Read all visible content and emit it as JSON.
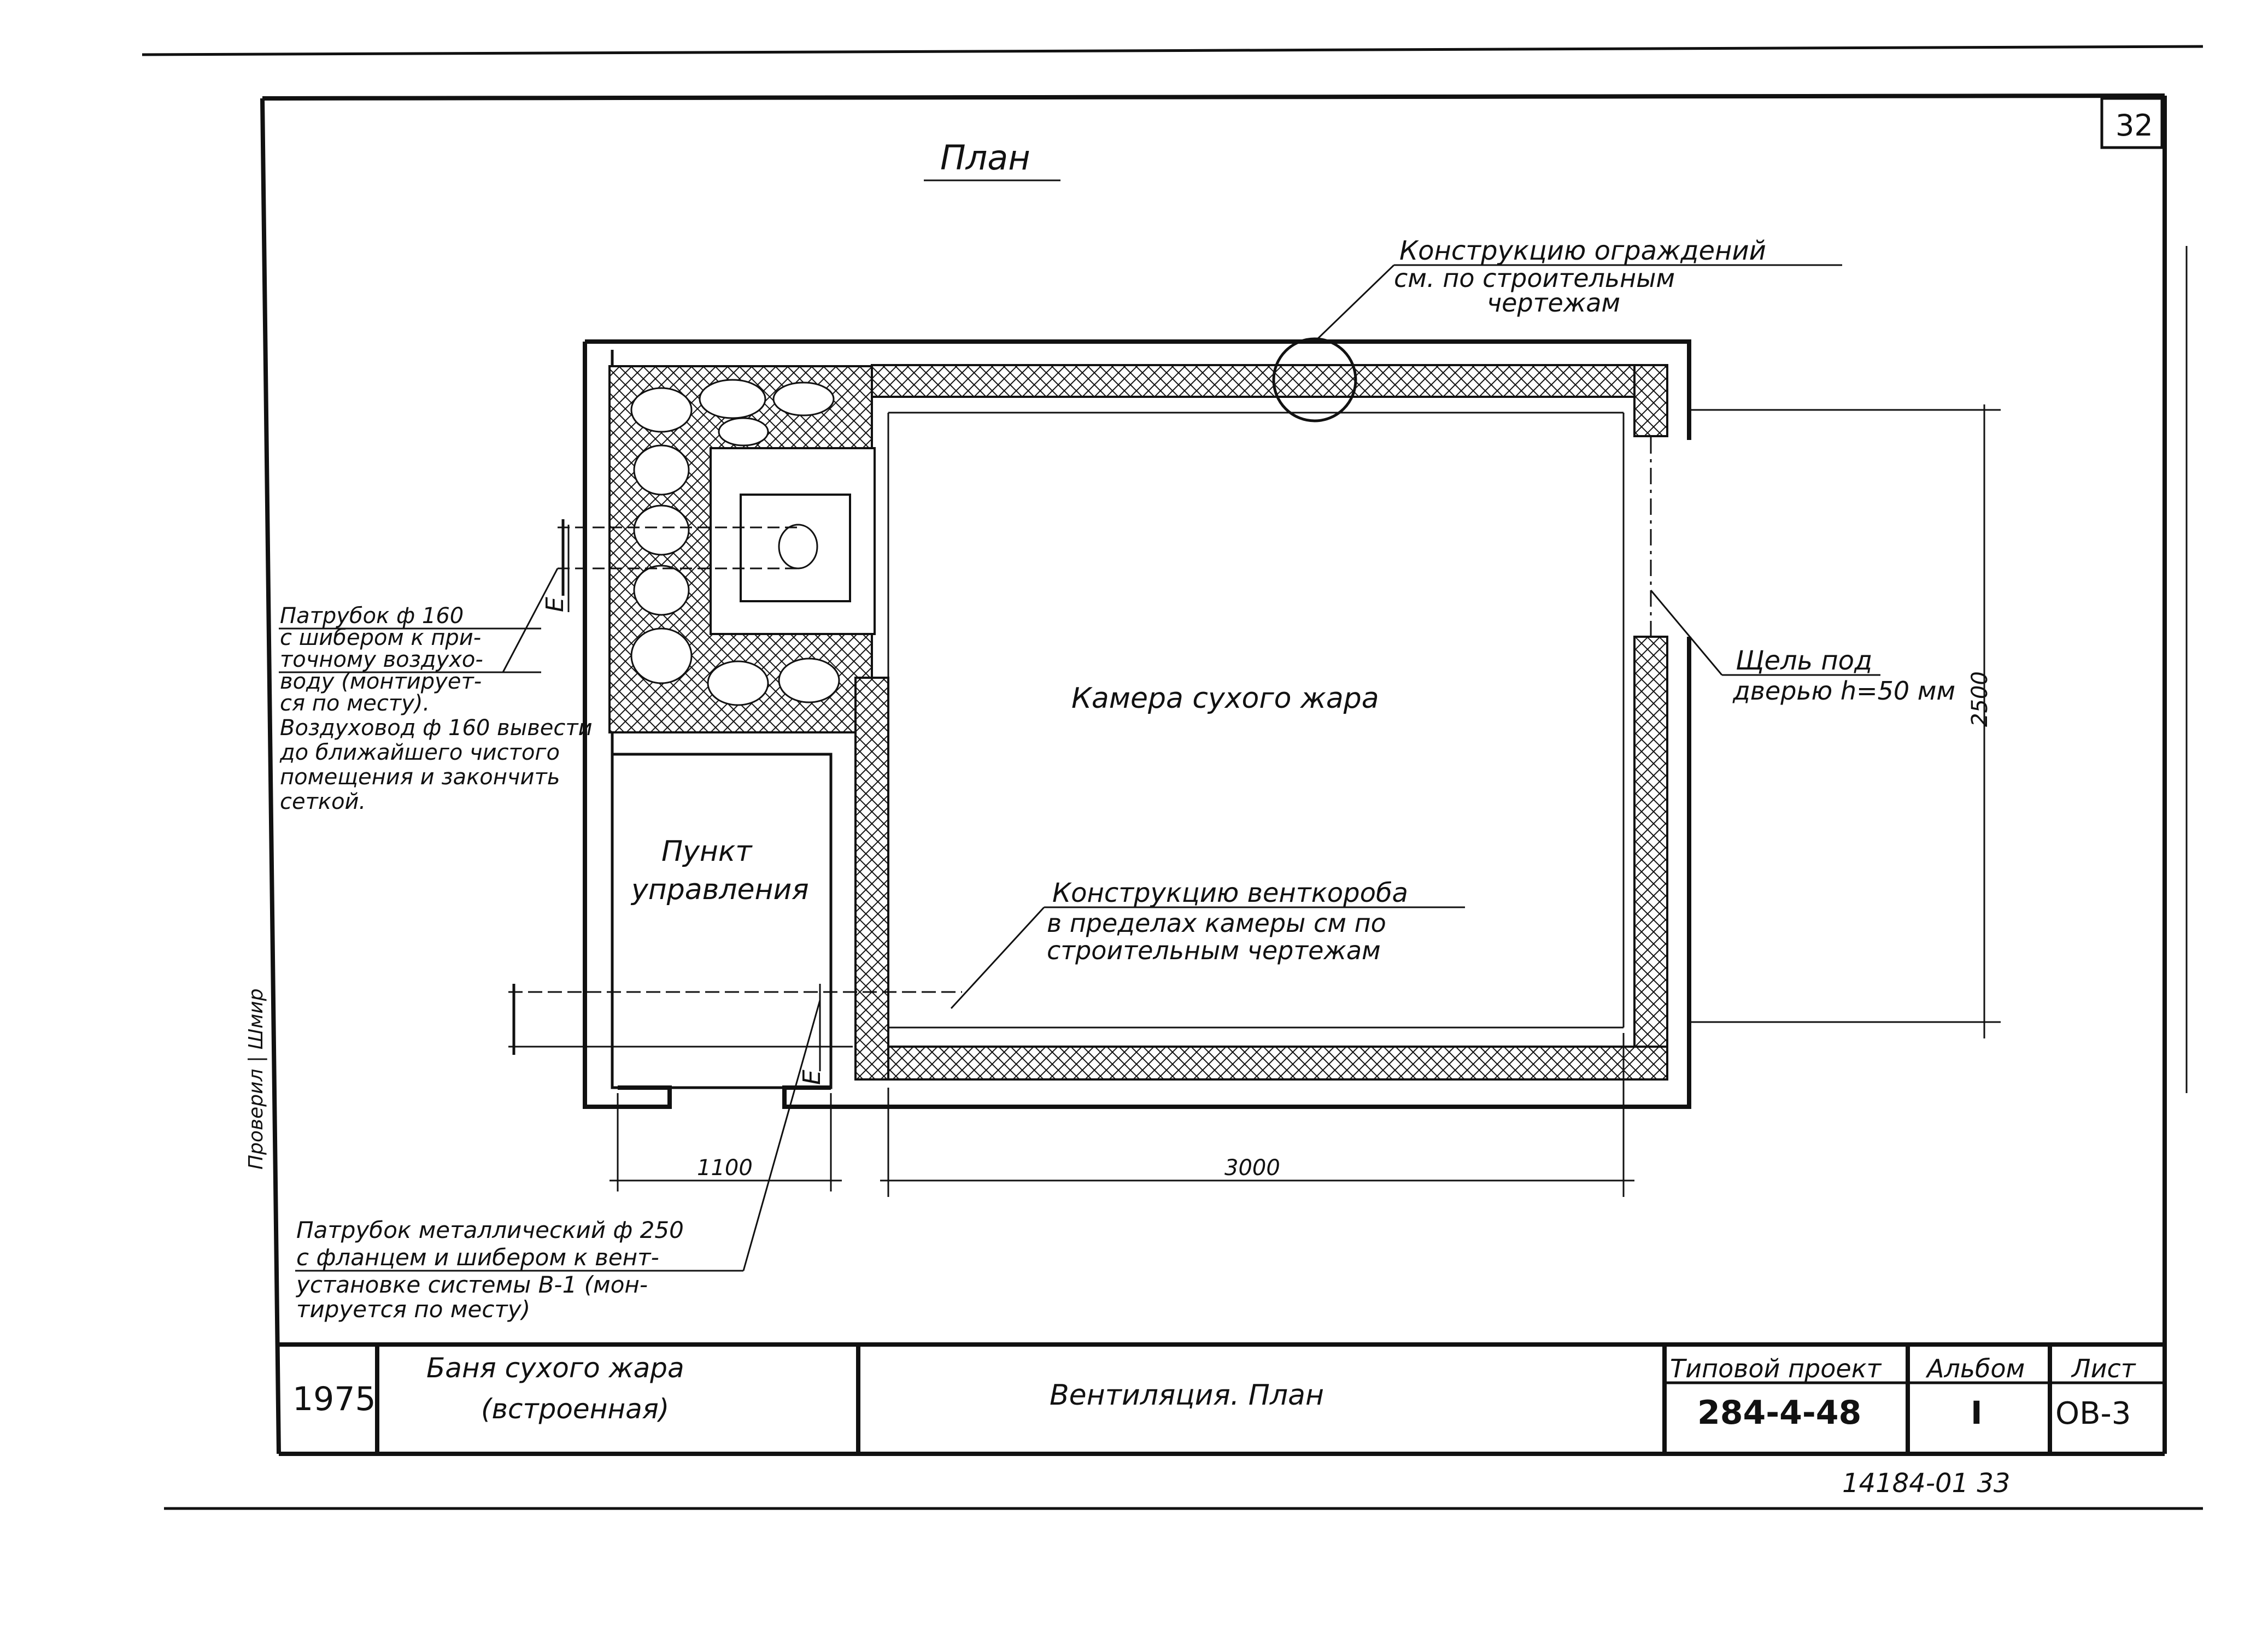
{
  "sheet_number": "32",
  "plan_title": "План",
  "room_label": "Камера сухого жара",
  "control_room_label": [
    "Пункт",
    "управления"
  ],
  "annotations": {
    "enclosure": [
      "Конструкцию ограждений",
      "см. по строительным",
      "чертежам"
    ],
    "door_gap": [
      "Щель под",
      "дверью h=50 мм"
    ],
    "vent_box": [
      "Конструкцию венткороба",
      "в пределах камеры см по",
      "строительным чертежам"
    ],
    "inlet_pipe": [
      "Патрубок ф 160",
      "с шибером к при-",
      "точному воздухо-",
      "воду (монтирует-",
      "ся по месту)."
    ],
    "duct_note": [
      "Воздуховод ф 160 вывести",
      "до ближайшего чистого",
      "помещения и закончить",
      "сеткой."
    ],
    "metal_pipe": [
      "Патрубок металлический ф 250",
      "с фланцем и шибером к вент-",
      "установке системы В-1 (мон-",
      "тируется по месту)"
    ]
  },
  "duct_marks": [
    "Е",
    "Е"
  ],
  "dimensions": {
    "control_width": "1100",
    "room_width": "3000",
    "room_depth": "2500"
  },
  "side_stamp": "Проверил | Шмир",
  "title_block": {
    "year": "1975",
    "object_name": [
      "Баня сухого жара",
      "(встроенная)"
    ],
    "drawing_name": "Вентиляция. План",
    "project_label": "Типовой проект",
    "project_number": "284-4-48",
    "album_label": "Альбом",
    "album_value": "I",
    "sheet_label": "Лист",
    "sheet_value": "ОВ-3"
  },
  "archive_number": "14184-01  33"
}
